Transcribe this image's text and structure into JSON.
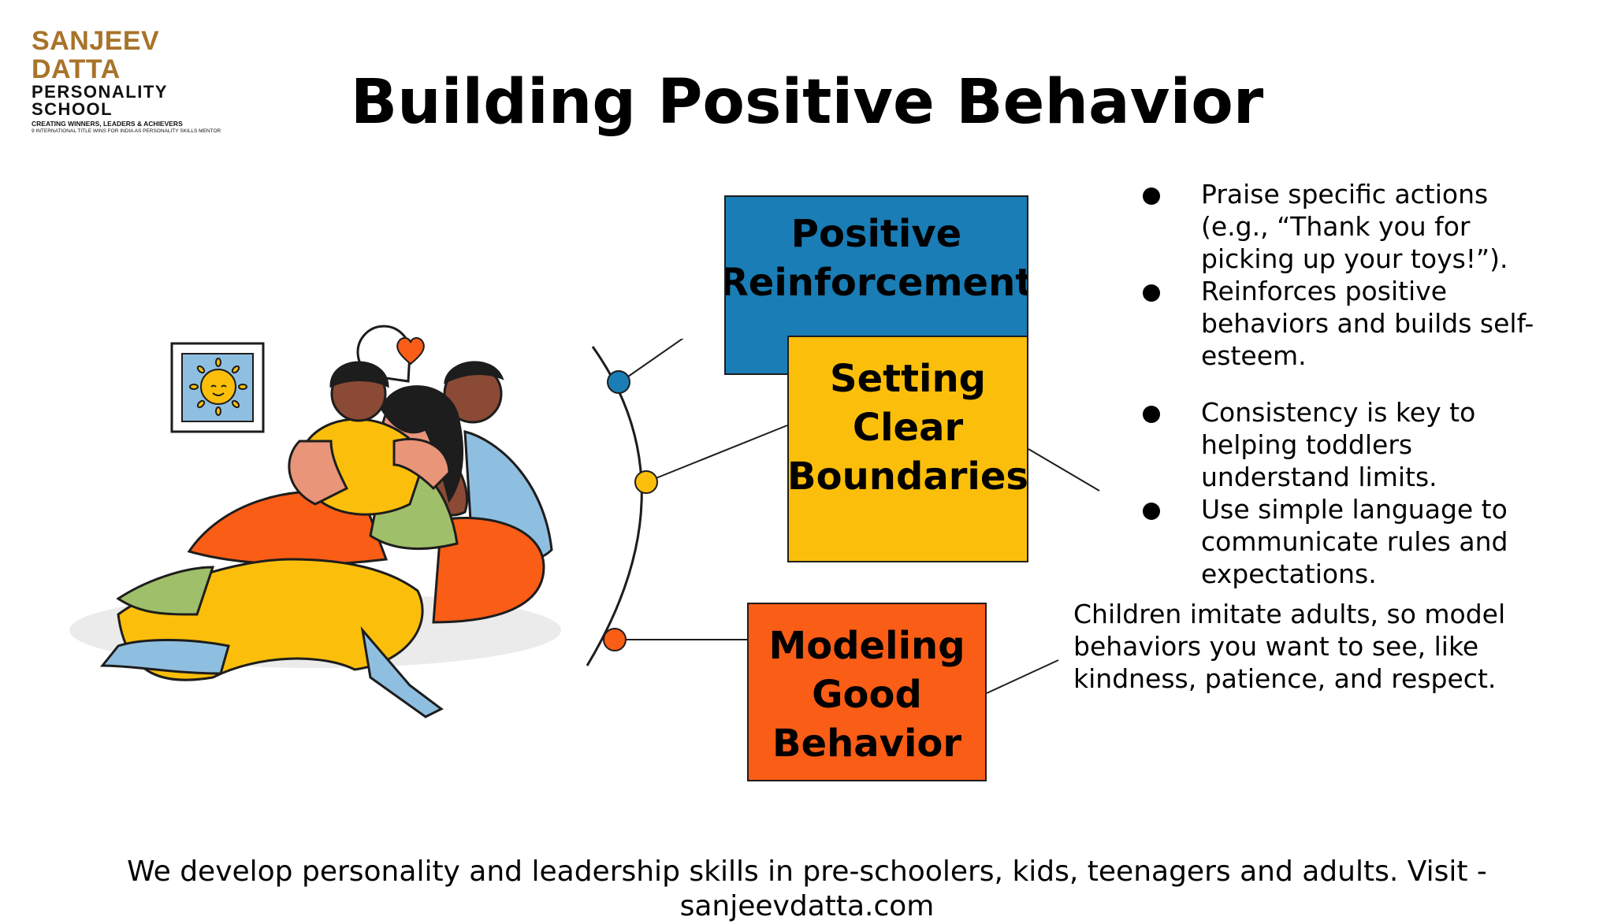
{
  "logo": {
    "line1": "Sanjeev Datta",
    "line2": "PERSONALITY SCHOOL",
    "line3": "CREATING WINNERS, LEADERS & ACHIEVERS",
    "line4": "9 INTERNATIONAL TITLE WINS FOR INDIA AS PERSONALITY SKILLS MENTOR"
  },
  "title": "Building Positive Behavior",
  "sections": [
    {
      "label": "Positive Reinforcement",
      "color": "#1a7db5",
      "bullets": [
        "Praise specific actions (e.g., “Thank you for picking up your toys!”).",
        "Reinforces positive behaviors and builds self-esteem."
      ]
    },
    {
      "label": "Setting Clear Boundaries",
      "color": "#fbbf0b",
      "bullets": [
        "Consistency is key to helping toddlers understand limits.",
        "Use simple language to communicate rules and expectations."
      ]
    },
    {
      "label": "Modeling Good Behavior",
      "color": "#fa5d16",
      "text": "Children imitate adults, so model behaviors you want to see, like kindness, patience, and respect."
    }
  ],
  "footer": "We develop personality and leadership skills in pre-schoolers, kids, teenagers and adults. Visit - sanjeevdatta.com",
  "illustration": {
    "description_icons": [
      "heart-icon",
      "sun-icon"
    ],
    "colors": {
      "orange": "#fa5d16",
      "yellow": "#fbbf0b",
      "green": "#9fbf6b",
      "blue": "#8fbfe0",
      "skin": "#e8957a",
      "dark-skin": "#8a4a35"
    }
  }
}
